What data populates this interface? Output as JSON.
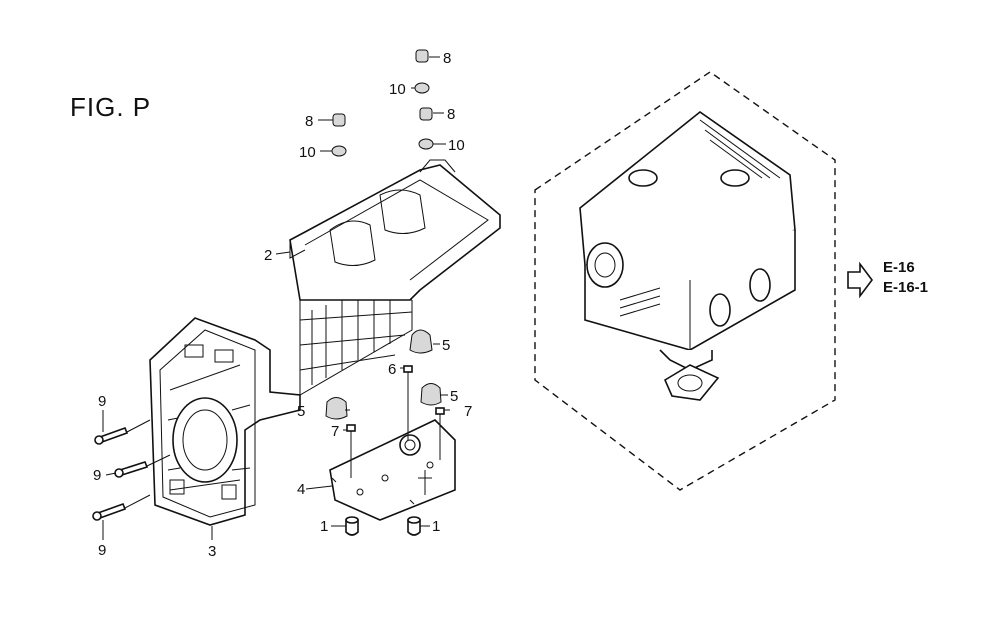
{
  "figure": {
    "title": "FIG. P"
  },
  "callouts": {
    "c1a": "1",
    "c1b": "1",
    "c2": "2",
    "c3": "3",
    "c4": "4",
    "c5a": "5",
    "c5b": "5",
    "c5c": "5",
    "c6": "6",
    "c7a": "7",
    "c7b": "7",
    "c8a": "8",
    "c8b": "8",
    "c8c": "8",
    "c9a": "9",
    "c9b": "9",
    "c9c": "9",
    "c10a": "10",
    "c10b": "10",
    "c10c": "10"
  },
  "reference": {
    "line1": "E-16",
    "line2": "E-16-1"
  }
}
